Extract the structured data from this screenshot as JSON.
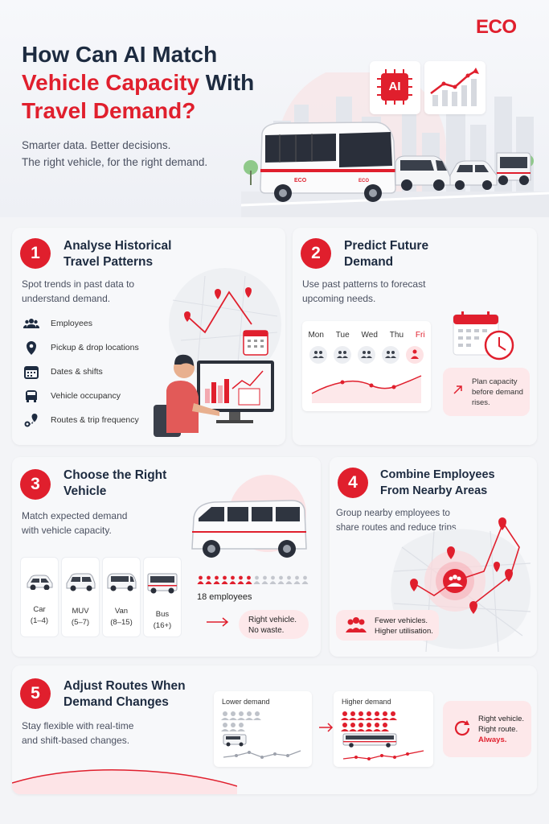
{
  "brand": "ECO",
  "header": {
    "title_line1": "How Can AI Match",
    "title_line2_red": "Vehicle Capacity",
    "title_line2_rest": " With",
    "title_line3_red": "Travel Demand?",
    "tagline_line1": "Smarter data. Better decisions.",
    "tagline_line2": "The right vehicle, for the right demand.",
    "ai_chip_label": "AI"
  },
  "step1": {
    "number": "1",
    "title_line1": "Analyse Historical",
    "title_line2": "Travel Patterns",
    "desc_line1": "Spot trends in past data to",
    "desc_line2": "understand demand.",
    "items": [
      "Employees",
      "Pickup & drop locations",
      "Dates & shifts",
      "Vehicle occupancy",
      "Routes & trip frequency"
    ]
  },
  "step2": {
    "number": "2",
    "title_line1": "Predict Future",
    "title_line2": "Demand",
    "desc_line1": "Use past patterns to forecast",
    "desc_line2": "upcoming needs.",
    "days": [
      "Mon",
      "Tue",
      "Wed",
      "Thu",
      "Fri"
    ],
    "callout_line1": "Plan capacity",
    "callout_line2": "before demand",
    "callout_line3": "rises."
  },
  "step3": {
    "number": "3",
    "title_line1": "Choose the Right",
    "title_line2": "Vehicle",
    "desc_line1": "Match expected demand",
    "desc_line2": "with vehicle capacity.",
    "vehicles": [
      {
        "name": "Car",
        "range": "(1–4)"
      },
      {
        "name": "MUV",
        "range": "(5–7)"
      },
      {
        "name": "Van",
        "range": "(8–15)"
      },
      {
        "name": "Bus",
        "range": "(16+)"
      }
    ],
    "employees_label": "18 employees",
    "employees_count": 18,
    "callout_line1": "Right vehicle.",
    "callout_line2": "No waste."
  },
  "step4": {
    "number": "4",
    "title_line1": "Combine Employees",
    "title_line2": "From Nearby Areas",
    "desc_line1": "Group nearby employees to",
    "desc_line2": "share routes and reduce trips.",
    "callout_line1": "Fewer vehicles.",
    "callout_line2": "Higher utilisation."
  },
  "step5": {
    "number": "5",
    "title_line1": "Adjust Routes When",
    "title_line2": "Demand Changes",
    "desc_line1": "Stay flexible with real-time",
    "desc_line2": "and shift-based changes.",
    "lower_label": "Lower demand",
    "higher_label": "Higher demand",
    "callout_line1": "Right vehicle.",
    "callout_line2": "Right route.",
    "callout_line3": "Always."
  },
  "colors": {
    "accent": "#e01f2d",
    "navy": "#1d2b40",
    "pink": "#fde8ea"
  }
}
